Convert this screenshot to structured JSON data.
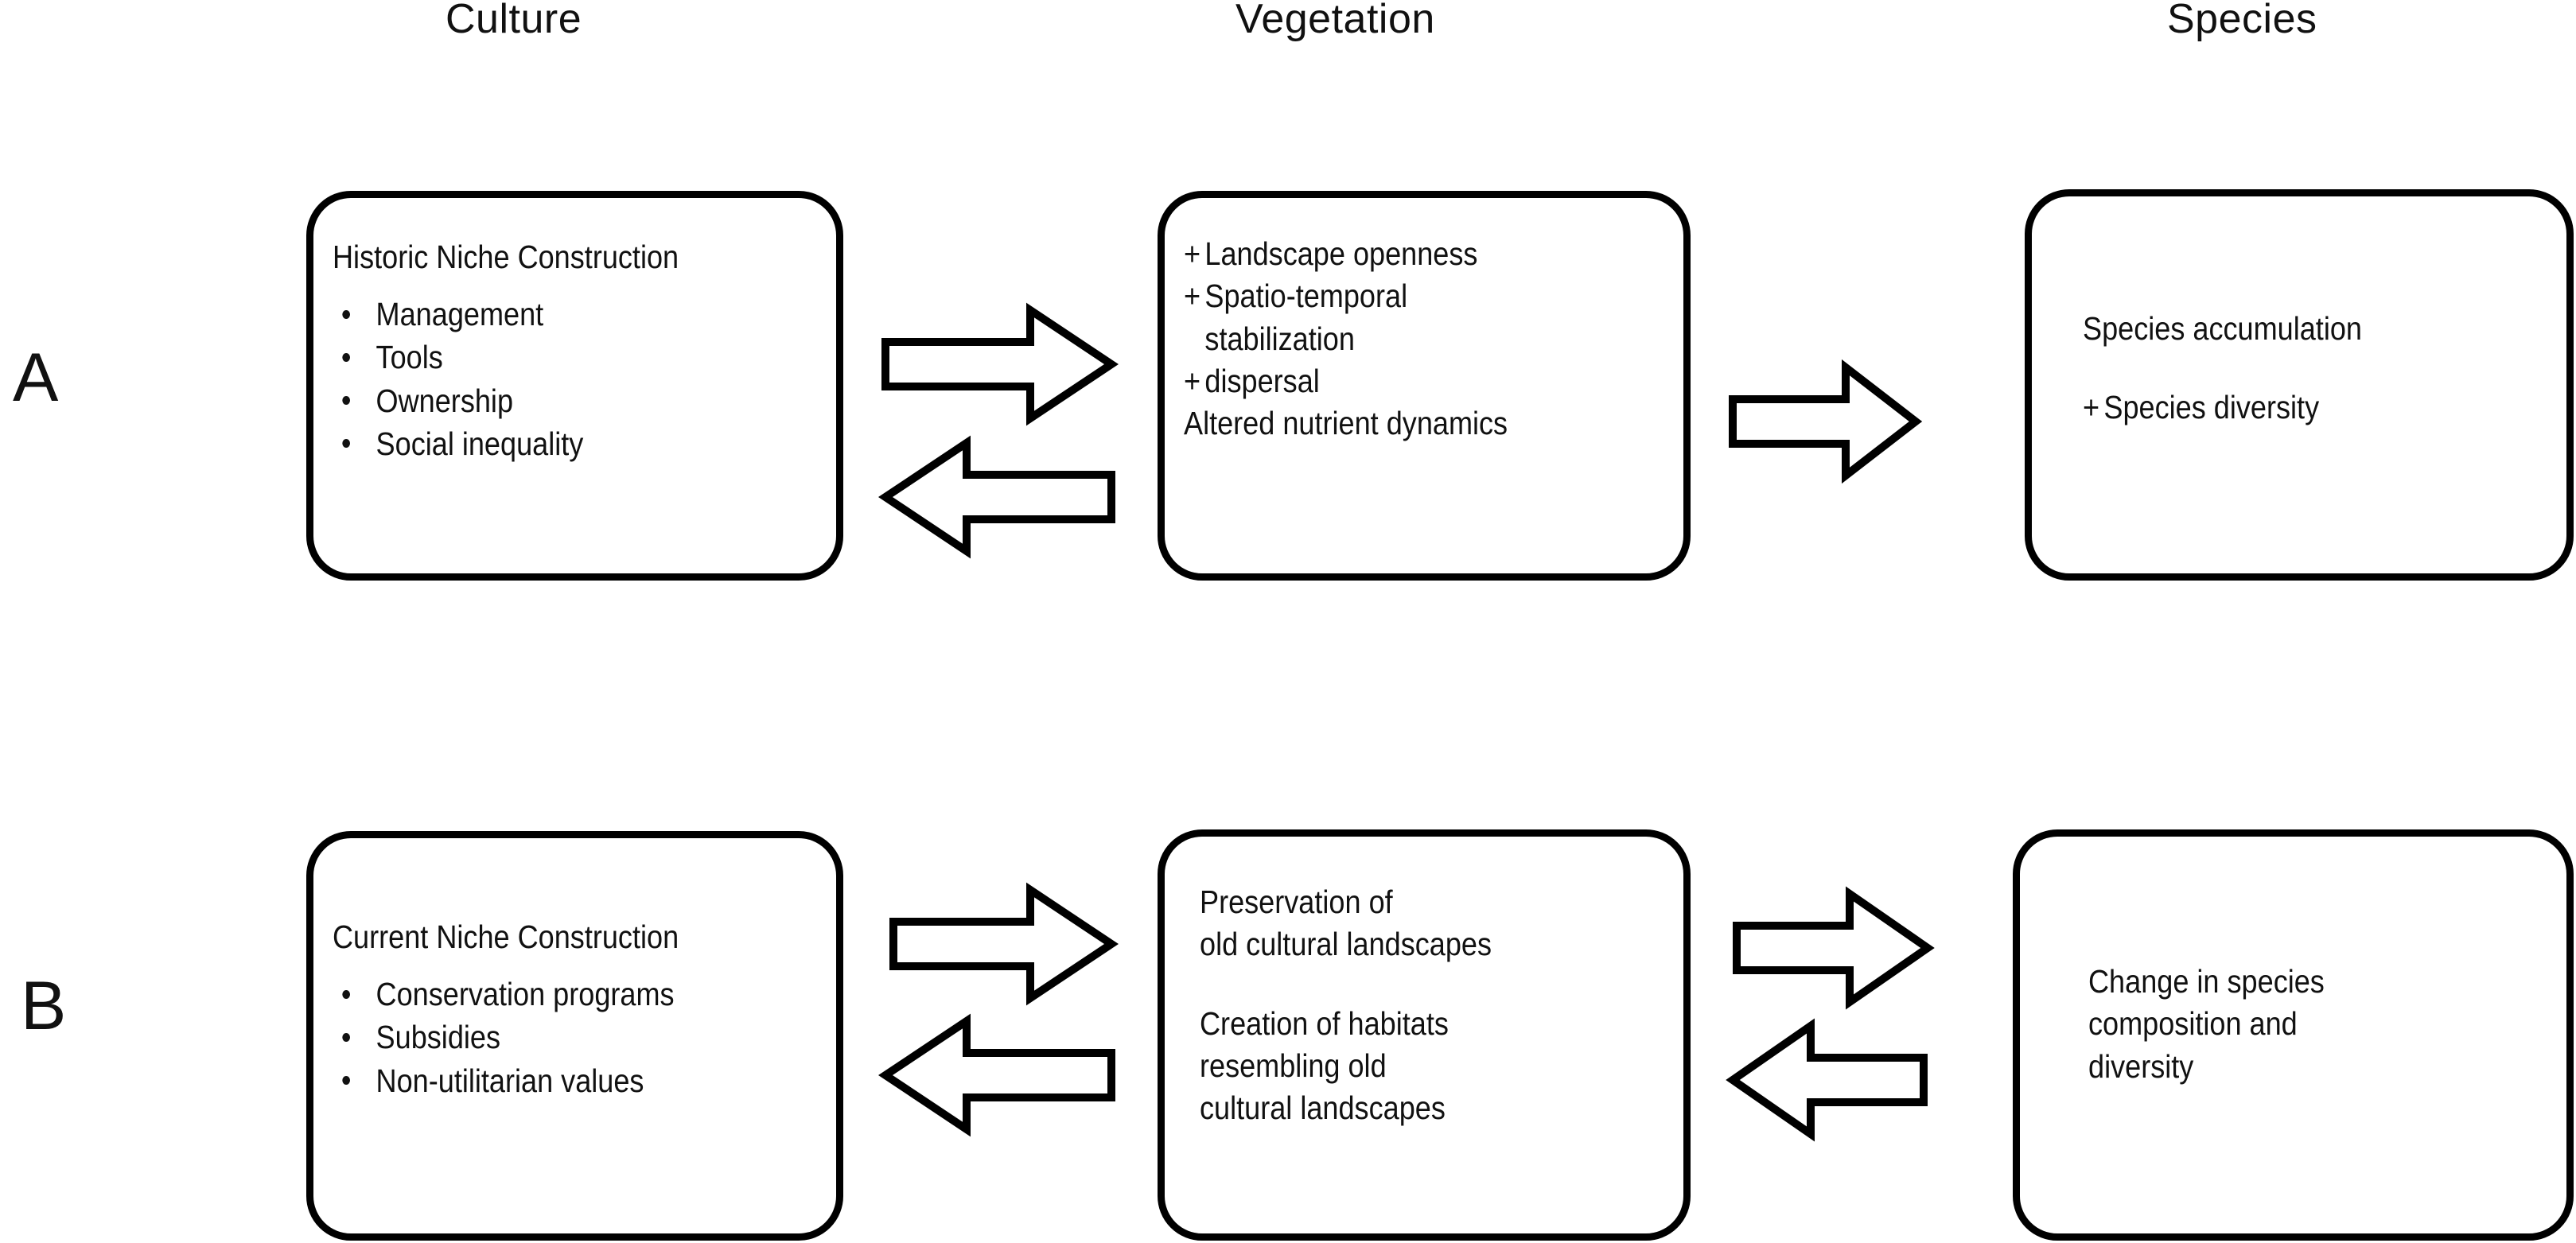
{
  "headers": {
    "culture": "Culture",
    "vegetation": "Vegetation",
    "species": "Species"
  },
  "rows": [
    {
      "letter": "A",
      "culture": {
        "title": "Historic Niche Construction",
        "bullets": [
          "Management",
          "Tools",
          "Ownership",
          "Social inequality"
        ]
      },
      "vegetation": {
        "lines": [
          {
            "sign": "+",
            "text": "Landscape openness"
          },
          {
            "sign": "+",
            "text": "Spatio-temporal"
          },
          {
            "sign": "",
            "text": "stabilization",
            "indent": true
          },
          {
            "sign": "+",
            "text": "dispersal"
          },
          {
            "sign": "",
            "text": "Altered nutrient  dynamics"
          }
        ]
      },
      "species": {
        "lines": [
          {
            "sign": "",
            "text": "Species accumulation"
          },
          {
            "sign": "+",
            "text": "Species diversity"
          }
        ]
      }
    },
    {
      "letter": "B",
      "culture": {
        "title": "Current Niche Construction",
        "bullets": [
          "Conservation programs",
          "Subsidies",
          "Non-utilitarian values"
        ]
      },
      "vegetation": {
        "blocks": [
          [
            "Preservation of",
            "old cultural landscapes"
          ],
          [
            "Creation of habitats",
            "resembling old",
            "cultural landscapes"
          ]
        ]
      },
      "species": {
        "blocks": [
          [
            "Change in species",
            "composition and",
            "diversity"
          ]
        ]
      }
    }
  ],
  "arrows": [
    {
      "name": "a-culture-to-vegetation",
      "direction": "right"
    },
    {
      "name": "a-vegetation-to-culture",
      "direction": "left"
    },
    {
      "name": "a-vegetation-to-species",
      "direction": "right"
    },
    {
      "name": "b-culture-to-vegetation",
      "direction": "right"
    },
    {
      "name": "b-vegetation-to-culture",
      "direction": "left"
    },
    {
      "name": "b-vegetation-to-species",
      "direction": "right"
    },
    {
      "name": "b-species-to-vegetation",
      "direction": "left"
    }
  ],
  "colors": {
    "background": "#ffffff",
    "stroke": "#000000",
    "text": "#111111"
  }
}
